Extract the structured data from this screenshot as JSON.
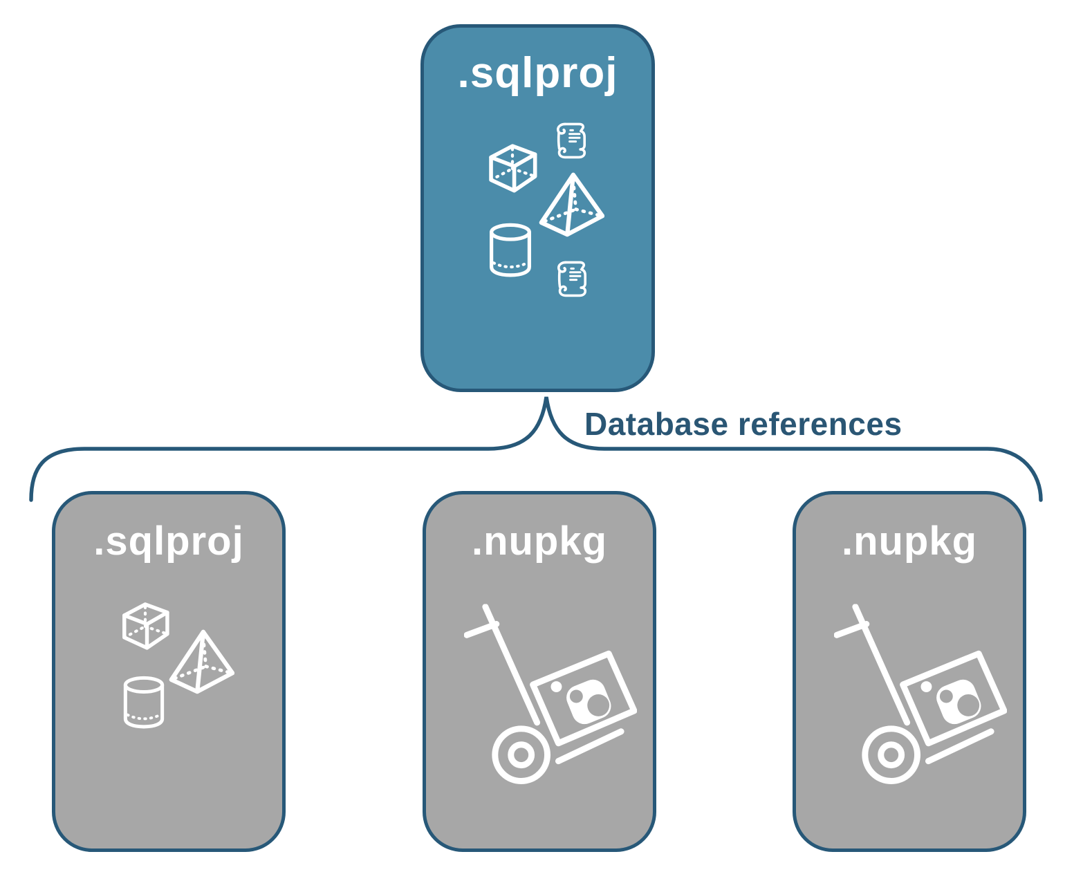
{
  "diagram": {
    "root": {
      "label": ".sqlproj",
      "icons": [
        "cube-icon",
        "scroll-icon",
        "pyramid-icon",
        "cylinder-icon",
        "scroll-icon"
      ]
    },
    "connector": {
      "label": "Database references"
    },
    "children": [
      {
        "label": ".sqlproj",
        "icons": [
          "cube-icon",
          "pyramid-icon",
          "cylinder-icon"
        ]
      },
      {
        "label": ".nupkg",
        "icons": [
          "package-dolly-icon"
        ]
      },
      {
        "label": ".nupkg",
        "icons": [
          "package-dolly-icon"
        ]
      }
    ],
    "colors": {
      "root_fill": "#4B8CAA",
      "child_fill": "#A7A7A7",
      "border": "#275878",
      "label_text": "#2A5674",
      "icon": "#FFFFFF",
      "background": "#FFFFFF"
    }
  }
}
